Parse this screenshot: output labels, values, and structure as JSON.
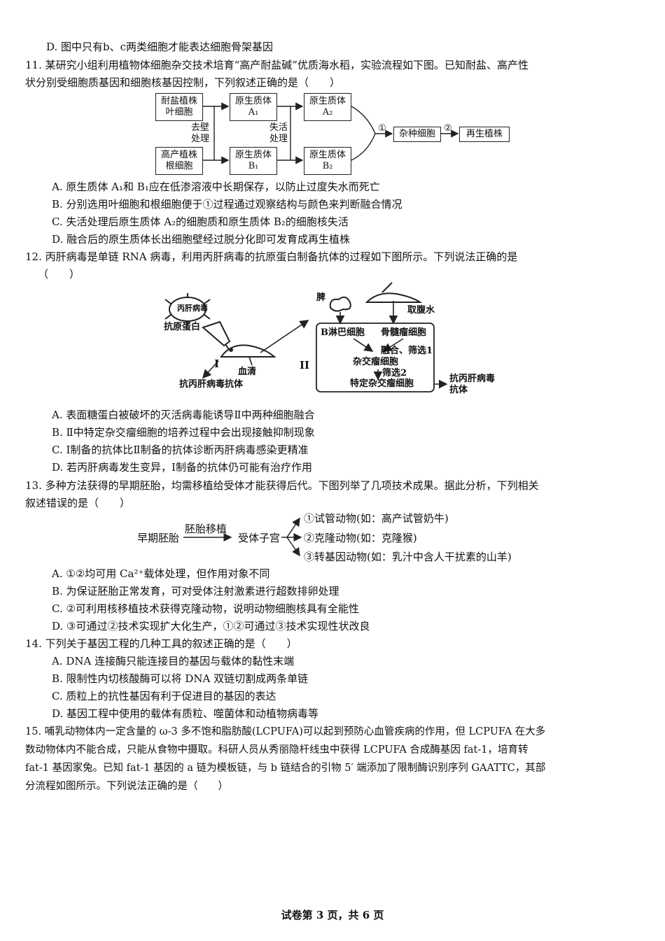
{
  "q10": {
    "optD": "D. 图中只有b、c两类细胞才能表达细胞骨架基因"
  },
  "q11": {
    "stem1": "11. 某研究小组利用植物体细胞杂交技术培育“高产耐盐碱”优质海水稻，实验流程如下图。已知耐盐、高产性",
    "stem2": "状分别受细胞质基因和细胞核基因控制，下列叙述正确的是（　　）",
    "diagram": {
      "box1_l1": "耐盐植株",
      "box1_l2": "叶细胞",
      "box2_l1": "高产植株",
      "box2_l2": "根细胞",
      "a1_l1": "原生质体",
      "a1_l2": "A₁",
      "b1_l1": "原生质体",
      "b1_l2": "B₁",
      "a2_l1": "原生质体",
      "a2_l2": "A₂",
      "b2_l1": "原生质体",
      "b2_l2": "B₂",
      "step1_l1": "去壁",
      "step1_l2": "处理",
      "step2_l1": "失活",
      "step2_l2": "处理",
      "circ1": "①",
      "circ2": "②",
      "hybrid": "杂种细胞",
      "plant": "再生植株"
    },
    "optA": "A. 原生质体 A₁和 B₁应在低渗溶液中长期保存，以防止过度失水而死亡",
    "optB": "B. 分别选用叶细胞和根细胞便于①过程通过观察结构与颜色来判断融合情况",
    "optC": "C. 失活处理后原生质体 A₂的细胞质和原生质体 B₂的细胞核失活",
    "optD": "D. 融合后的原生质体长出细胞壁经过脱分化即可发育成再生植株"
  },
  "q12": {
    "stem1": "12. 丙肝病毒是单链 RNA 病毒，利用丙肝病毒的抗原蛋白制备抗体的过程如下图所示。下列说法正确的是",
    "stem2": "（　　）",
    "diagram": {
      "virus": "丙肝病毒",
      "antigen": "抗原蛋白",
      "roman1": "I",
      "serum": "血清",
      "antibody1": "抗丙肝病毒抗体",
      "spleen": "脾",
      "ascites": "取腹水",
      "roman2": "II",
      "bcell": "B淋巴细胞",
      "myeloma": "骨髓瘤细胞",
      "fuse": "融合、筛选1",
      "hybridoma": "杂交瘤细胞",
      "screen2": "筛选2",
      "specific": "特定杂交瘤细胞",
      "antibody2_l1": "抗丙肝病毒",
      "antibody2_l2": "抗体"
    },
    "optA": "A. 表面糖蛋白被破坏的灭活病毒能诱导Ⅱ中两种细胞融合",
    "optB": "B. Ⅱ中特定杂交瘤细胞的培养过程中会出现接触抑制现象",
    "optC": "C. Ⅰ制备的抗体比Ⅱ制备的抗体诊断丙肝病毒感染更精准",
    "optD": "D. 若丙肝病毒发生变异，Ⅰ制备的抗体仍可能有治疗作用"
  },
  "q13": {
    "stem1": "13. 多种方法获得的早期胚胎，均需移植给受体才能获得后代。下图列举了几项技术成果。据此分析，下列相关",
    "stem2": "叙述错误的是（　　）",
    "diagram": {
      "embryo": "早期胚胎",
      "transfer": "胚胎移植",
      "uterus": "受体子宫",
      "r1": "①试管动物(如：高产试管奶牛)",
      "r2": "②克隆动物(如：克隆猴)",
      "r3": "③转基因动物(如：乳汁中含人干扰素的山羊)"
    },
    "optA": "A. ①②均可用 Ca²⁺载体处理，但作用对象不同",
    "optB": "B. 为保证胚胎正常发育，可对受体注射激素进行超数排卵处理",
    "optC": "C. ②可利用核移植技术获得克隆动物，说明动物细胞核具有全能性",
    "optD": "D. ③可通过②技术实现扩大化生产，①②可通过③技术实现性状改良"
  },
  "q14": {
    "stem": "14. 下列关于基因工程的几种工具的叙述正确的是（　　）",
    "optA": "A. DNA 连接酶只能连接目的基因与载体的黏性末端",
    "optB": "B. 限制性内切核酸酶可以将 DNA 双链切割成两条单链",
    "optC": "C. 质粒上的抗性基因有利于促进目的基因的表达",
    "optD": "D. 基因工程中使用的载体有质粒、噬菌体和动植物病毒等"
  },
  "q15": {
    "l1": "15. 哺乳动物体内一定含量的 ω-3 多不饱和脂肪酸(LCPUFA)可以起到预防心血管疾病的作用，但 LCPUFA 在大多",
    "l2": "数动物体内不能合成，只能从食物中摄取。科研人员从秀丽隐杆线虫中获得 LCPUFA 合成酶基因 fat-1，培育转",
    "l3": "fat-1 基因家兔。已知 fat-1 基因的 a 链为模板链，与 b 链结合的引物 5′ 端添加了限制酶识别序列 GAATTC，其部",
    "l4": "分流程如图所示。下列说法正确的是（　　）"
  },
  "footer": "试卷第 3 页，共 6 页"
}
